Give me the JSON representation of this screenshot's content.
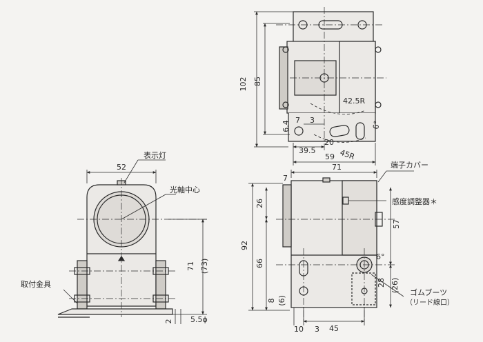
{
  "colors": {
    "paper": "#f4f3f1",
    "line": "#2a2a2a",
    "fill_light": "#ebe9e6",
    "fill_dark": "#cfccc7"
  },
  "front_view": {
    "width_top": "52",
    "indicator_lamp": "表示灯",
    "optical_axis_center": "光軸中心",
    "mounting_bracket": "取付金具",
    "height_71": "71",
    "height_73": "(73)",
    "dim_2": "2",
    "hole_dia": "5.5ϕ"
  },
  "top_view": {
    "height_102": "102",
    "height_85": "85",
    "radius_42_5": "42.5R",
    "dim_6_4": "6.4",
    "dim_7": "7",
    "dim_3": "3",
    "dim_20": "20",
    "dim_39_5": "39.5",
    "radius_45": "45R",
    "angle_6": "6°",
    "width_59": "59"
  },
  "side_view": {
    "width_71": "71",
    "dim_7": "7",
    "terminal_cover": "端子カバー",
    "dim_26_top": "26",
    "sensitivity_adjuster": "感度調整器＊",
    "dim_57": "57",
    "height_92": "92",
    "height_66": "66",
    "angle_6": "6°",
    "dim_28": "28",
    "dim_26_paren": "(26)",
    "dim_8": "8",
    "dim_6_paren": "(6)",
    "rubber_boot": "ゴムブーツ",
    "lead_outlet": "（リード線口）",
    "dim_10": "10",
    "dim_3": "3",
    "dim_45": "45"
  }
}
